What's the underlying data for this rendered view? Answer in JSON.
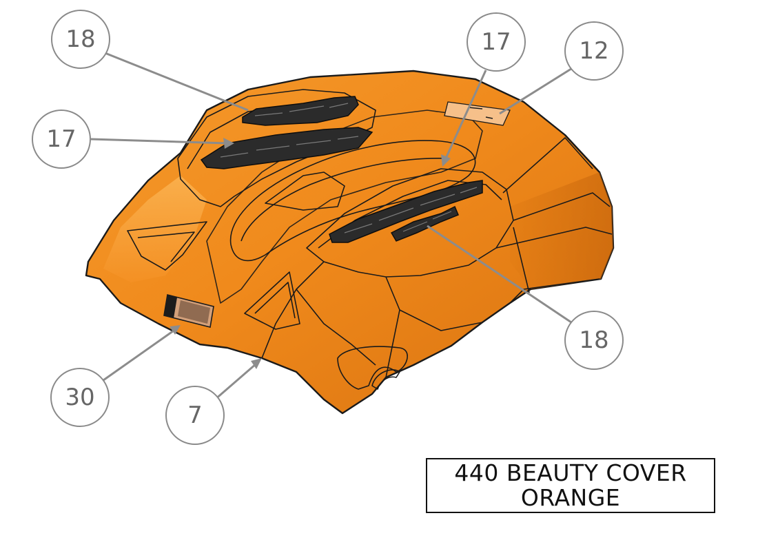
{
  "title_block": {
    "line1": "440 BEAUTY COVER",
    "line2": "ORANGE"
  },
  "callouts": [
    {
      "id": "balloon-18-top-left",
      "label": "18"
    },
    {
      "id": "balloon-17-left",
      "label": "17"
    },
    {
      "id": "balloon-17-top-right",
      "label": "17"
    },
    {
      "id": "balloon-12",
      "label": "12"
    },
    {
      "id": "balloon-18-right",
      "label": "18"
    },
    {
      "id": "balloon-30",
      "label": "30"
    },
    {
      "id": "balloon-7",
      "label": "7"
    }
  ],
  "colors": {
    "part_orange": "#f08a1c",
    "part_light": "#ffb347",
    "part_dark": "#c7620a",
    "decal": "#2b2b2b",
    "leader": "#8c8c8c"
  }
}
